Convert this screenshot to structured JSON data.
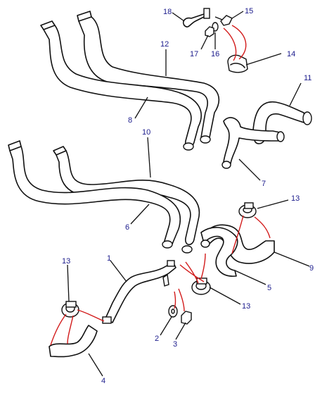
{
  "diagram": {
    "callouts": [
      "18",
      "15",
      "17",
      "16",
      "14",
      "12",
      "11",
      "8",
      "10",
      "7",
      "13",
      "6",
      "1",
      "9",
      "5",
      "13",
      "13",
      "2",
      "3",
      "4"
    ],
    "colors": {
      "label": "#1b1b8c",
      "line": "#111111",
      "red_guide": "#d21a1a"
    }
  }
}
